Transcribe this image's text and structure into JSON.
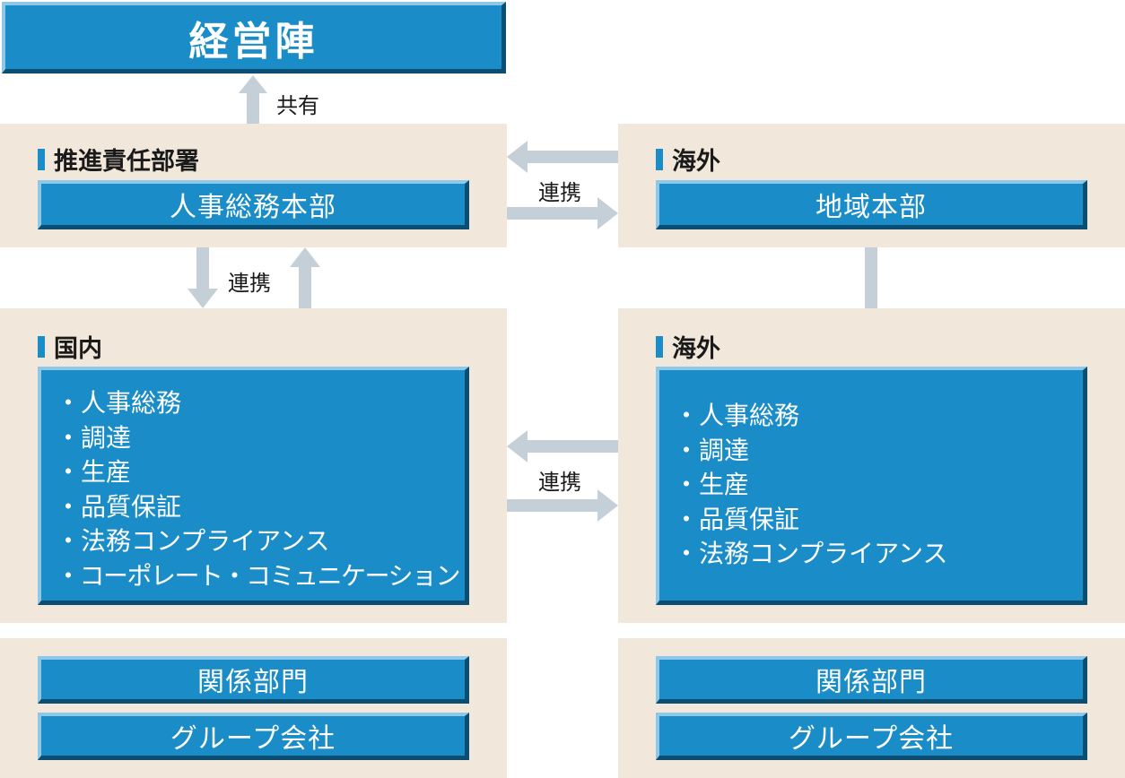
{
  "top": {
    "title": "経営陣"
  },
  "share_label": "共有",
  "link_label": "連携",
  "promo": {
    "heading": "推進責任部署",
    "box": "人事総務本部"
  },
  "overseas_hq": {
    "heading": "海外",
    "box": "地域本部"
  },
  "domestic": {
    "heading": "国内",
    "items": [
      "人事総務",
      "調達",
      "生産",
      "品質保証",
      "法務コンプライアンス",
      "コーポレート・コミュニケーション"
    ]
  },
  "overseas": {
    "heading": "海外",
    "items": [
      "人事総務",
      "調達",
      "生産",
      "品質保証",
      "法務コンプライアンス"
    ]
  },
  "bottom_left": {
    "dept": "関係部門",
    "group": "グループ会社"
  },
  "bottom_right": {
    "dept": "関係部門",
    "group": "グループ会社"
  },
  "colors": {
    "box": "#1a8dc8",
    "panel": "#f1e7da",
    "arrow": "#c5cfd7"
  }
}
